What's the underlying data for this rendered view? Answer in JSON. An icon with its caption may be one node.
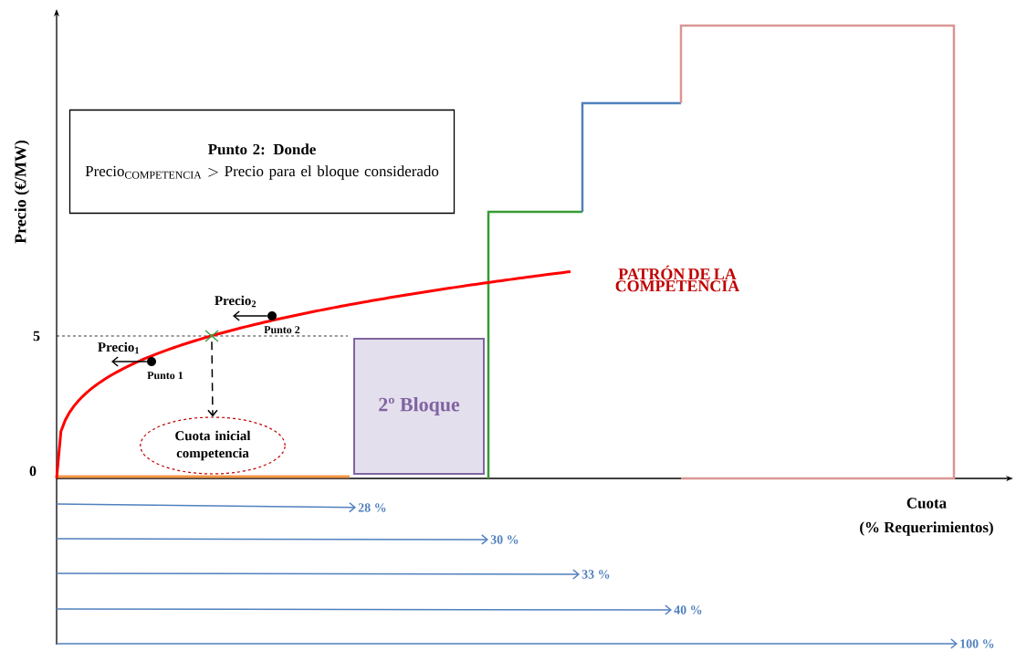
{
  "diagram": {
    "nodes": [
      {
        "text": [
          "Punto 2: Donde",
          "\\text{Precio}_{\\text{COMPETENCIA}} > \\text{Precio para el bloque considerado}"
        ]
      },
      {
        "text": [
          "Cuota inicial competencia"
        ]
      },
      {
        "text": [
          "2º Bloque"
        ]
      },
      {
        "text": [],
        "shape": "cross"
      },
      {
        "text": [
          "28 %"
        ]
      },
      {
        "text": [
          "30 %"
        ]
      },
      {
        "text": [
          "33 %"
        ]
      },
      {
        "text": [
          "40 %"
        ]
      },
      {
        "text": [
          "100 %"
        ]
      },
      {
        "text": [],
        "shape": "circle",
        "beside": [
          "Punto 2"
        ]
      },
      {
        "text": [],
        "shape": "circle",
        "beside": [
          "Punto 1"
        ]
      }
    ],
    "edges": [
      {
        "from": 3,
        "to": 1,
        "arrow": "to",
        "style": "dashed",
        "color": "#000000"
      },
      {
        "from": null,
        "to": 4,
        "arrow": "to",
        "color": "#4f81bd"
      },
      {
        "from": null,
        "to": 5,
        "arrow": "to",
        "color": "#4f81bd"
      },
      {
        "from": null,
        "to": 6,
        "arrow": "to",
        "color": "#4f81bd"
      },
      {
        "from": null,
        "to": 7,
        "arrow": "to",
        "color": "#4f81bd"
      },
      {
        "from": null,
        "to": 8,
        "arrow": "to",
        "color": "#4f81bd"
      },
      {
        "from": 9,
        "to": null,
        "arrow": "to",
        "label": "Precio$_{2}$",
        "color": "#000000"
      },
      {
        "from": 10,
        "to": null,
        "arrow": "to",
        "label": "Precio$_{1}$",
        "color": "#000000"
      }
    ],
    "labels": [
      "Precio (€/MW)",
      "PATRÓN DE LA COMPETENCIA",
      "5",
      "0",
      "Cuota",
      "(% Requerimientos)"
    ]
  }
}
